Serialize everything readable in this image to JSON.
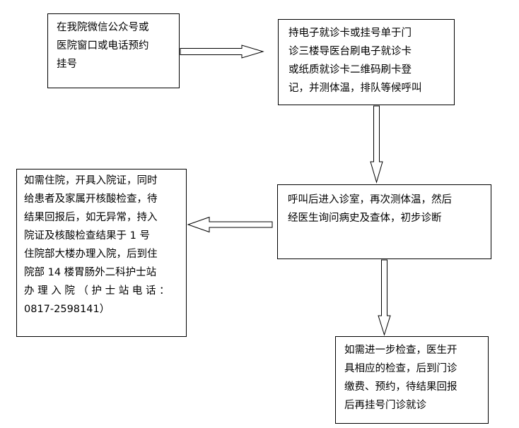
{
  "nodes": [
    {
      "id": "b1",
      "lines": [
        "在我院微信公众号或",
        "医院窗口或电话预约",
        "挂号"
      ]
    },
    {
      "id": "b2",
      "lines": [
        "持电子就诊卡或挂号单于门",
        "诊三楼导医台刷电子就诊卡",
        "或纸质就诊卡二维码刷卡登",
        "记，并测体温，排队等候呼叫"
      ]
    },
    {
      "id": "b3",
      "lines": [
        "呼叫后进入诊室，再次测体温，然后",
        "经医生询问病史及查体，初步诊断"
      ]
    },
    {
      "id": "b4",
      "lines": [
        "如需住院，开具入院证，同时",
        "给患者及家属开核酸检查，待",
        "结果回报后，如无异常，持入",
        "院证及核酸检查结果于 1 号",
        "住院部大楼办理入院，后到住",
        "院部 14 楼胃肠外二科护士站",
        "办 理 入 院 （ 护 士 站 电 话 ：",
        "0817-2598141）"
      ]
    },
    {
      "id": "b5",
      "lines": [
        "如需进一步检查，医生开",
        "具相应的检查，后到门诊",
        "缴费、预约，待结果回报",
        "后再挂号门诊就诊"
      ]
    }
  ],
  "edges": [
    {
      "from": "b1",
      "to": "b2",
      "direction": "right"
    },
    {
      "from": "b2",
      "to": "b3",
      "direction": "down"
    },
    {
      "from": "b3",
      "to": "b4",
      "direction": "left"
    },
    {
      "from": "b3",
      "to": "b5",
      "direction": "down"
    }
  ]
}
